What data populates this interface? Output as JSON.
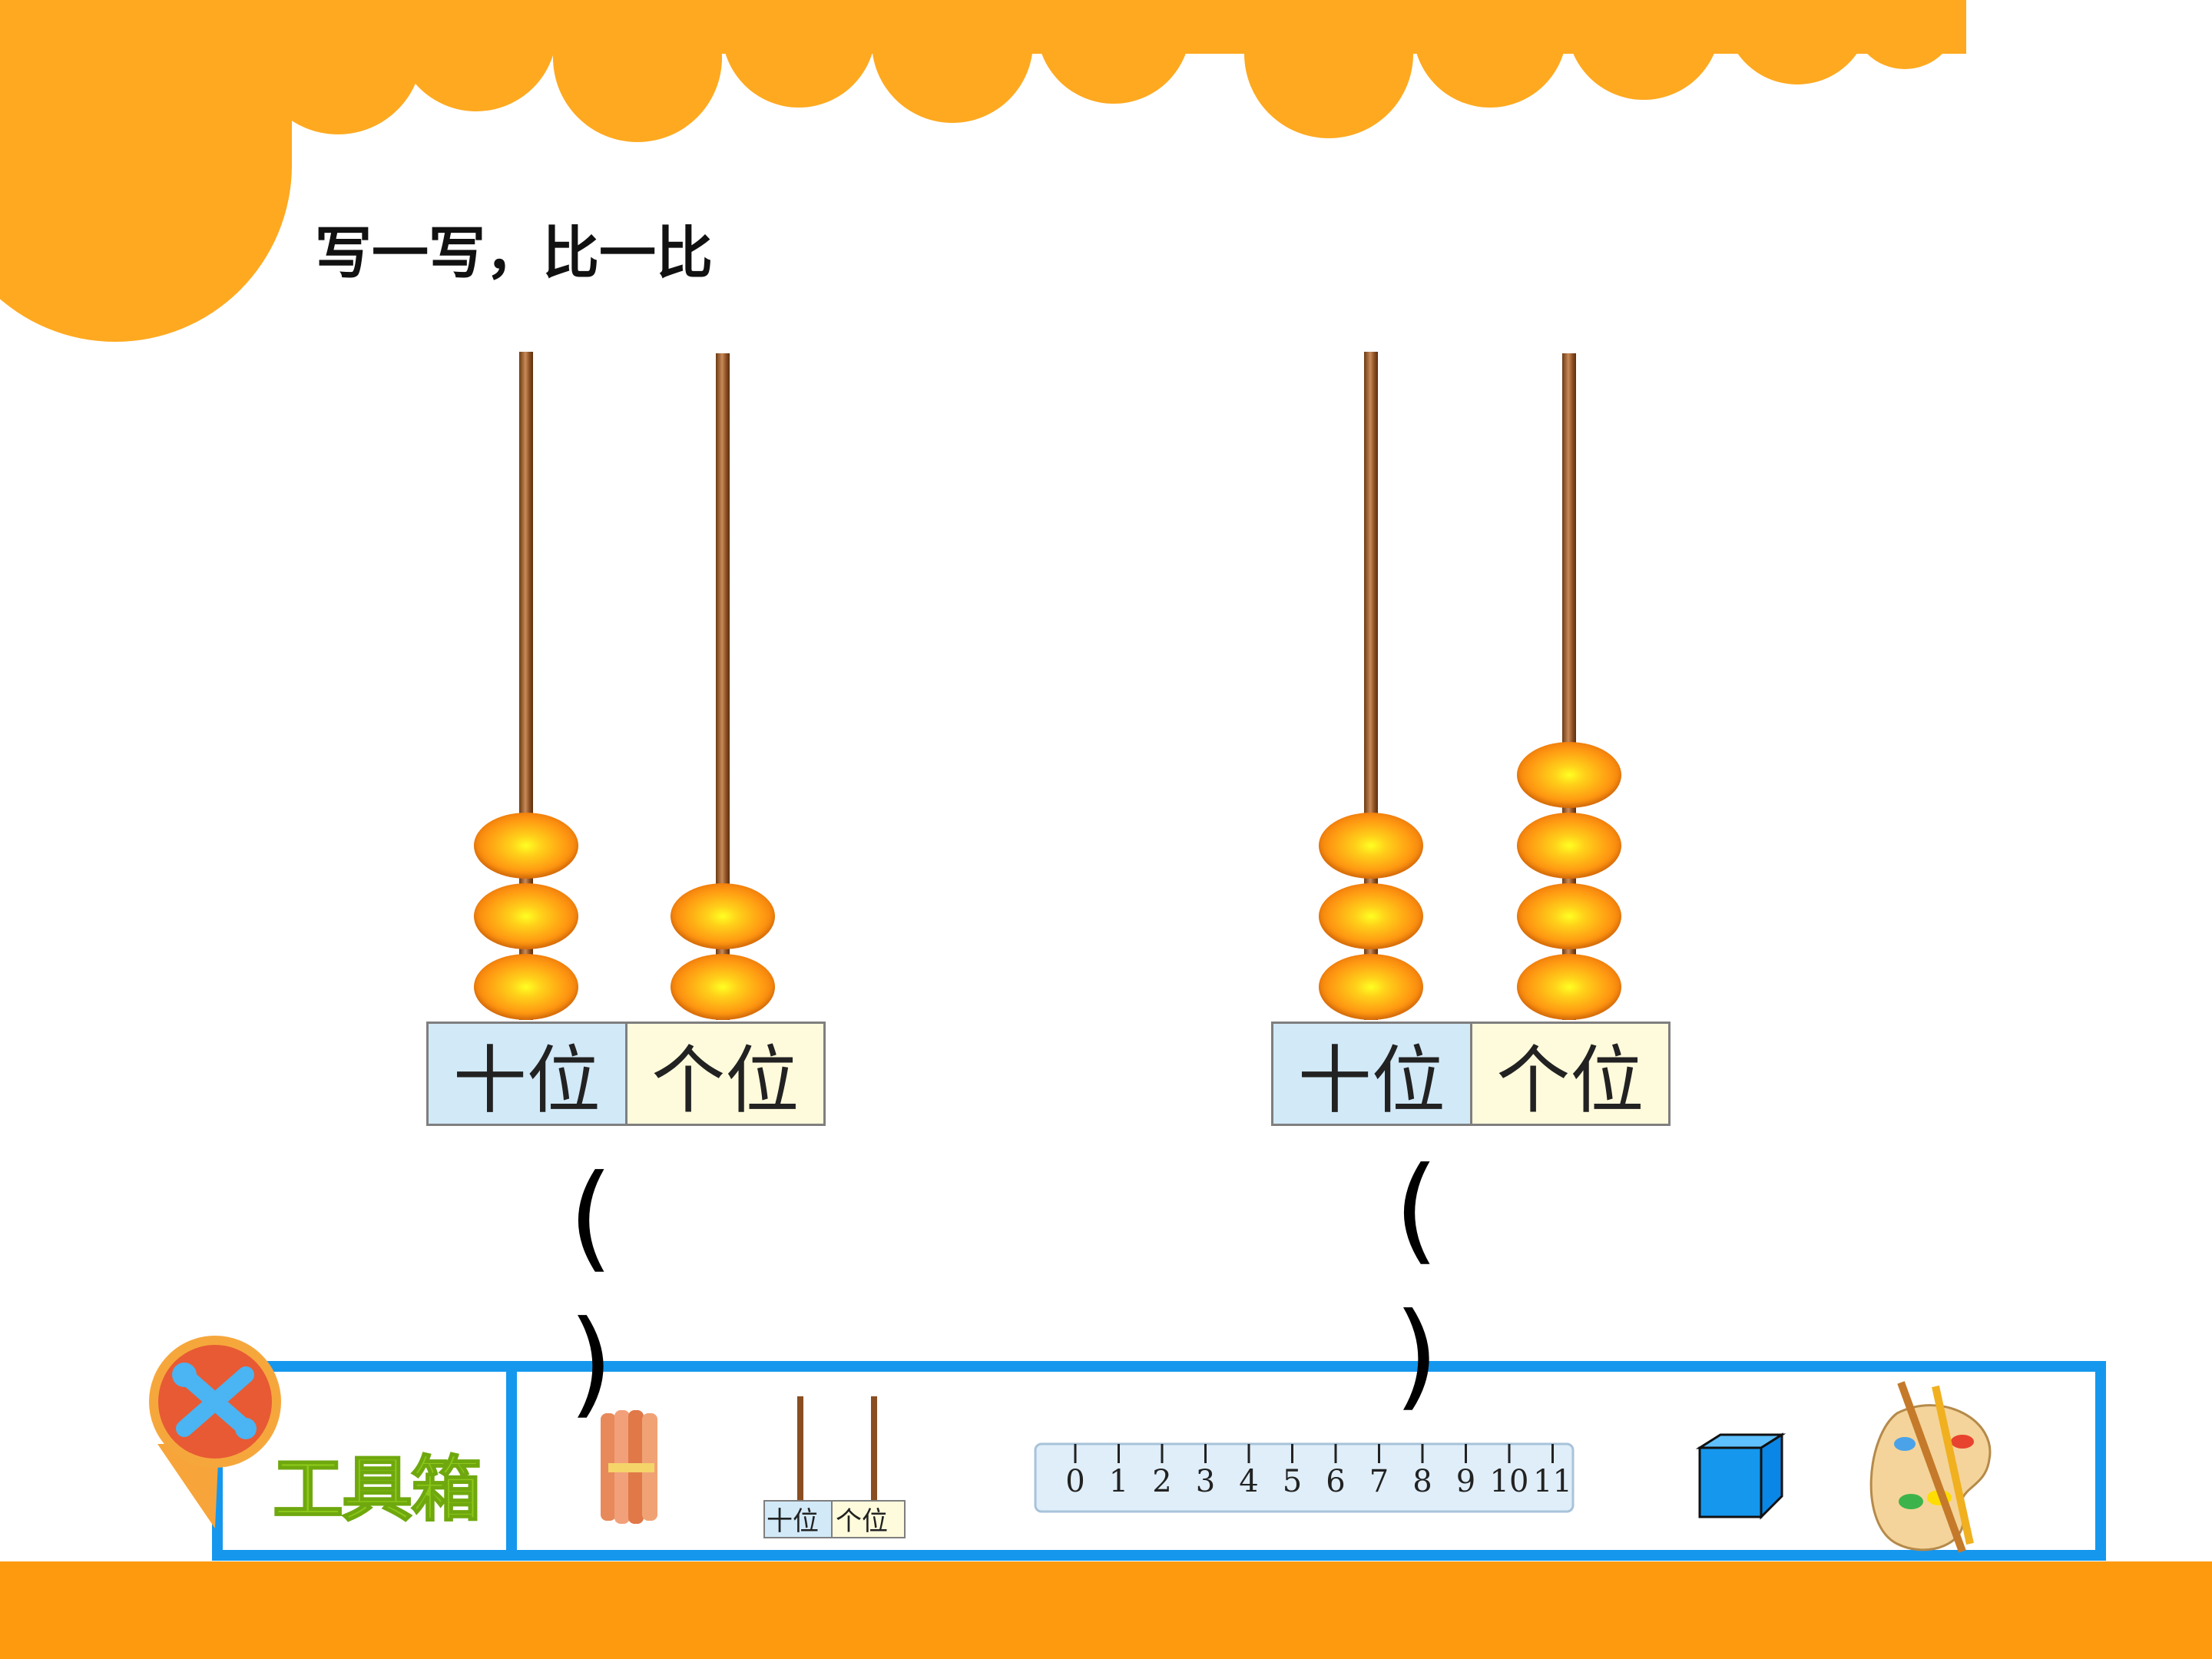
{
  "header": {
    "instruction": "写一写，比一比"
  },
  "abacus_left": {
    "tens_label": "十位",
    "ones_label": "个位",
    "tens_beads": 3,
    "ones_beads": 2,
    "answer_open": "(",
    "answer_close": ")"
  },
  "abacus_right": {
    "tens_label": "十位",
    "ones_label": "个位",
    "tens_beads": 3,
    "ones_beads": 4,
    "answer_open": "(",
    "answer_close": ")"
  },
  "toolbox": {
    "label": "工具箱",
    "mini_abacus_tens": "十位",
    "mini_abacus_ones": "个位",
    "ruler_numbers": [
      "0",
      "1",
      "2",
      "3",
      "4",
      "5",
      "6",
      "7",
      "8",
      "9",
      "10",
      "11"
    ]
  },
  "colors": {
    "banner_orange": "#fea920",
    "footer_orange": "#fe9a0e",
    "toolbox_border": "#1597ee",
    "toolbox_text": "#8bc81a",
    "bead": "#ff9a12"
  },
  "icons": [
    "tools-pin-icon",
    "sticks-bundle-icon",
    "mini-abacus-icon",
    "ruler-icon",
    "cube-icon",
    "palette-icon"
  ]
}
